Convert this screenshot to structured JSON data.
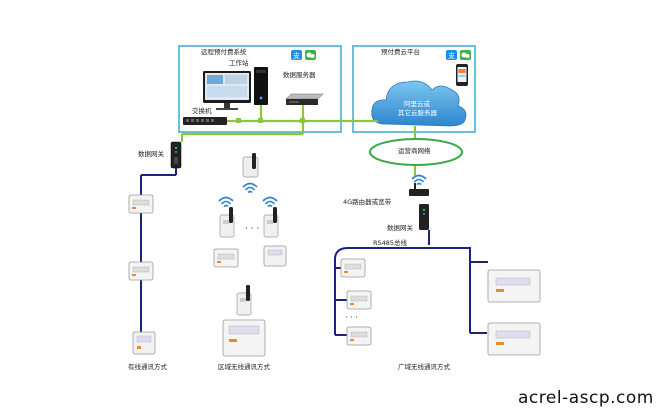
{
  "labels": {
    "remote_system": "远程预付费系统",
    "workstation": "工作站",
    "data_server": "数据服务器",
    "switch": "交换机",
    "cloud_platform": "预付费云平台",
    "cloud_server_line1": "阿里云或",
    "cloud_server_line2": "其它云服务器",
    "carrier_network": "运营商网络",
    "gateway_left": "数据网关",
    "router_4g": "4G路由器或宽带",
    "gateway_right": "数据网关",
    "rs485": "RS485总线",
    "wired_mode": "有线通讯方式",
    "local_wireless_mode": "区域无线通讯方式",
    "wide_wireless_mode": "广域无线通讯方式",
    "ellipsis_mid": "· · ·",
    "ellipsis_right": "· · ·"
  },
  "watermark": "acrel-ascp.com",
  "colors": {
    "box_border": "#5bb8d8",
    "green_line": "#8cc63e",
    "navy_line": "#1a237e",
    "cloud_fill": "#4aa6e0",
    "ellipse_border": "#3aa84a"
  },
  "icons": [
    "alipay-icon",
    "wechat-icon",
    "wifi-icon",
    "cloud-icon",
    "monitor-icon",
    "server-icon",
    "switch-icon",
    "gateway-icon",
    "meter-icon",
    "phone-icon"
  ]
}
